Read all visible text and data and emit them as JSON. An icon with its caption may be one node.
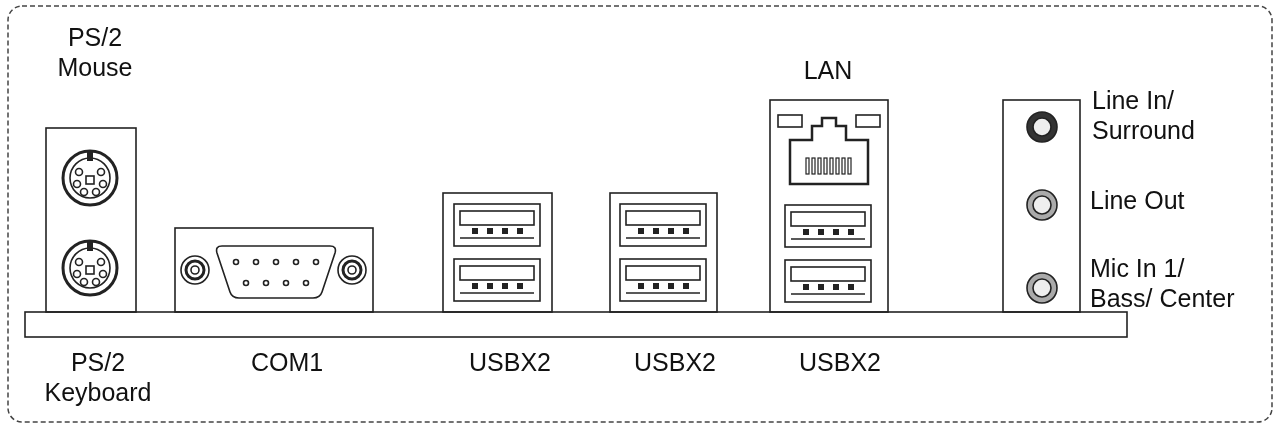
{
  "diagram": {
    "labels": [
      "PS/2 Mouse",
      "LAN",
      "Line In/ Surround",
      "Line Out",
      "Mic In 1/ Bass/ Center",
      "PS/2 Keyboard",
      "COM1",
      "USBX2",
      "USBX2",
      "USBX2"
    ]
  }
}
